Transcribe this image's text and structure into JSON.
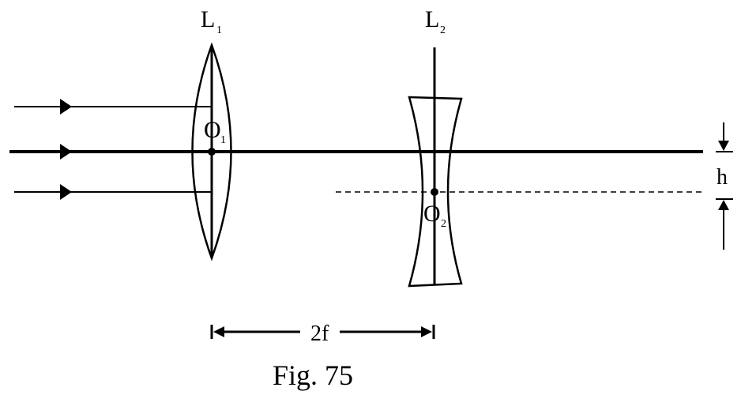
{
  "labels": {
    "lens1": "L",
    "lens1_sub": "1",
    "lens2": "L",
    "lens2_sub": "2",
    "center1": "O",
    "center1_sub": "1",
    "center2": "O",
    "center2_sub": "2",
    "separation": "2f",
    "offset": "h",
    "caption": "Fig. 75"
  },
  "colors": {
    "ink": "#000000",
    "background": "#ffffff"
  }
}
